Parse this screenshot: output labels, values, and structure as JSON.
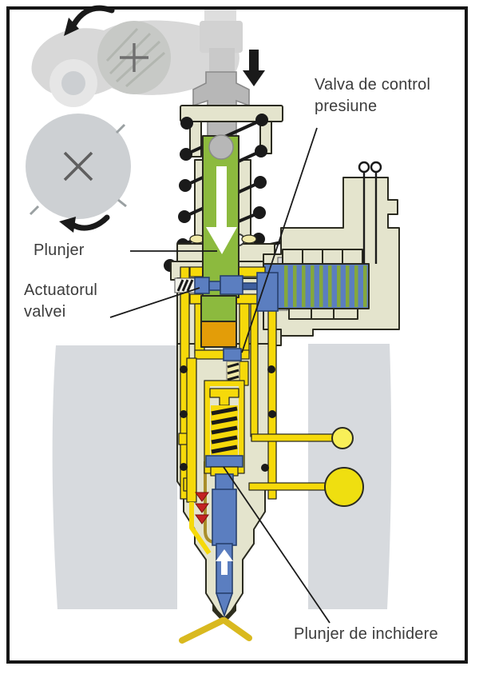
{
  "palette": {
    "ink": "#1a1a1a",
    "text": "#3c3c3c",
    "outline": "#2b2b20",
    "beige": "#e4e4cd",
    "green": "#8cba3e",
    "yellow": "#f6d90a",
    "yellow-pale": "#f0e9a8",
    "orange": "#e39d08",
    "blue": "#5b7ec0",
    "blue-deep": "#27406e",
    "stripe-green": "#84a83c",
    "red": "#c32222",
    "gray-block": "#d7dade",
    "gray-metal": "#b7b7b7",
    "gray-light": "#d6d6d6",
    "port-small": "#f8ef58",
    "port-large": "#efdf10",
    "spray": "#d9b91f",
    "tan-line": "#a98e2a"
  },
  "figure": {
    "labels": {
      "pressure_control_valve": "Valva de control presiune",
      "plunger": "Plunjer",
      "valve_actuator": "Actuatorul valvei",
      "closing_plunger": "Plunjer de inchidere"
    }
  }
}
